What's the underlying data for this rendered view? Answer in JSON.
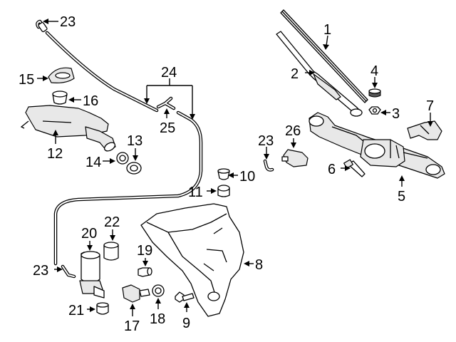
{
  "callouts": {
    "c1": "1",
    "c2": "2",
    "c3": "3",
    "c4": "4",
    "c5": "5",
    "c6": "6",
    "c7": "7",
    "c8": "8",
    "c9": "9",
    "c10": "10",
    "c11": "11",
    "c12": "12",
    "c13": "13",
    "c14": "14",
    "c15": "15",
    "c16": "16",
    "c17": "17",
    "c18": "18",
    "c19": "19",
    "c20": "20",
    "c21": "21",
    "c22": "22",
    "c23a": "23",
    "c23b": "23",
    "c23c": "23",
    "c24": "24",
    "c25": "25",
    "c26": "26"
  }
}
